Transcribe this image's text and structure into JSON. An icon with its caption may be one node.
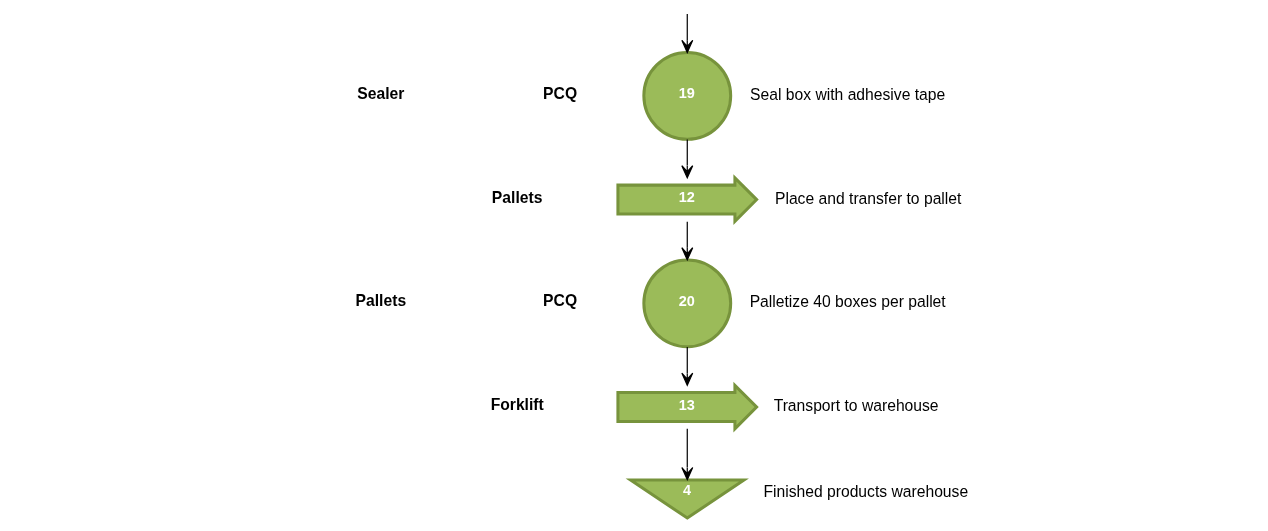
{
  "diagram": {
    "nodes": [
      {
        "text": [
          "19"
        ],
        "beside": [
          "Seal box with adhesive tape"
        ]
      },
      {
        "text": [
          "12"
        ],
        "beside": [
          "Place and transfer to pallet"
        ]
      },
      {
        "text": [
          "20"
        ],
        "beside": [
          "Palletize 40 boxes per pallet"
        ]
      },
      {
        "text": [
          "13"
        ],
        "beside": [
          "Transport to warehouse"
        ]
      },
      {
        "text": [
          "4"
        ],
        "beside": [
          "Finished products warehouse"
        ]
      }
    ],
    "edges": [
      {
        "from": null,
        "to": 0,
        "arrow": "to"
      },
      {
        "from": 0,
        "to": 1,
        "arrow": "to"
      },
      {
        "from": 1,
        "to": 2,
        "arrow": "to"
      },
      {
        "from": 2,
        "to": 3,
        "arrow": "to"
      },
      {
        "from": 3,
        "to": 4,
        "arrow": "to"
      }
    ],
    "labels": [
      "Sealer",
      "PCQ",
      "Pallets",
      "Pallets",
      "PCQ",
      "Forklift"
    ]
  }
}
